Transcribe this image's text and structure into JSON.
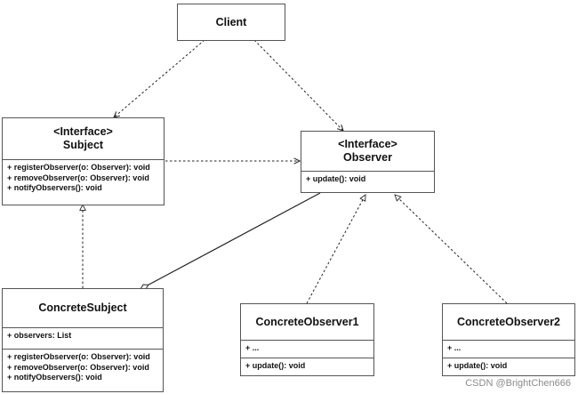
{
  "nodes": {
    "client": {
      "title": "Client"
    },
    "subject": {
      "stereotype": "<Interface>",
      "title": "Subject",
      "methods": [
        "+ registerObserver(o: Observer): void",
        "+ removeObserver(o: Observer): void",
        "+ notifyObservers(): void"
      ]
    },
    "observer": {
      "stereotype": "<Interface>",
      "title": "Observer",
      "methods": [
        "+ update(): void"
      ]
    },
    "concrete_subject": {
      "title": "ConcreteSubject",
      "fields": [
        "+ observers: List"
      ],
      "methods": [
        "+ registerObserver(o: Observer): void",
        "+ removeObserver(o: Observer): void",
        "+ notifyObservers(): void"
      ]
    },
    "concrete_observer1": {
      "title": "ConcreteObserver1",
      "fields": [
        "+ ..."
      ],
      "methods": [
        "+ update(): void"
      ]
    },
    "concrete_observer2": {
      "title": "ConcreteObserver2",
      "fields": [
        "+ ..."
      ],
      "methods": [
        "+ update(): void"
      ]
    }
  },
  "watermark": "",
  "credit": "CSDN @BrightChen666"
}
